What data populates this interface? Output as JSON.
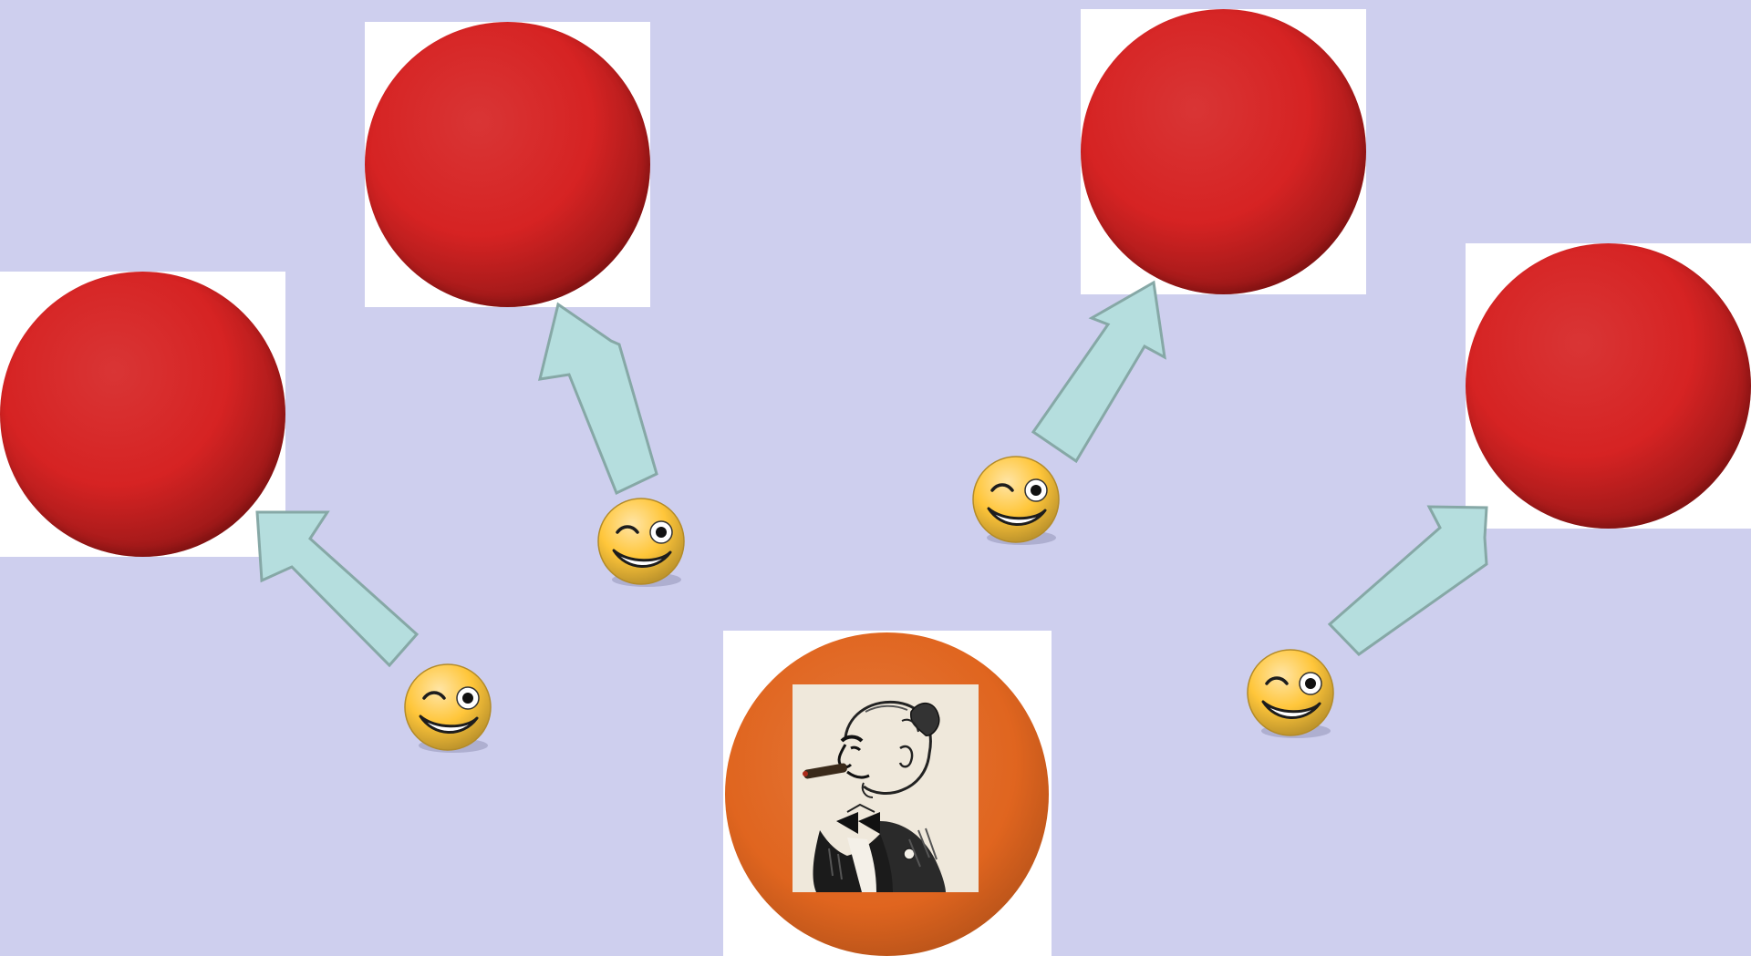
{
  "scene": {
    "background_color": "#cecfee",
    "ball_color": "#d62323",
    "ball_shadow_color": "#6a0f0f",
    "arrow_fill_color": "#b5dede",
    "arrow_stroke_color": "#86a8a6",
    "center_ball_color": "#e0651f",
    "smiley_color": "#ffc63a"
  },
  "balls": [
    {
      "name": "red-ball-left"
    },
    {
      "name": "red-ball-upper-left"
    },
    {
      "name": "red-ball-upper-right"
    },
    {
      "name": "red-ball-right"
    }
  ],
  "smileys": [
    {
      "name": "winking-smiley-left",
      "icon": "winking-face-icon"
    },
    {
      "name": "winking-smiley-center-left",
      "icon": "winking-face-icon"
    },
    {
      "name": "winking-smiley-center-right",
      "icon": "winking-face-icon"
    },
    {
      "name": "winking-smiley-right",
      "icon": "winking-face-icon"
    }
  ],
  "center": {
    "ball": "orange-ball",
    "image": "cigar-smoking-man-portrait"
  }
}
